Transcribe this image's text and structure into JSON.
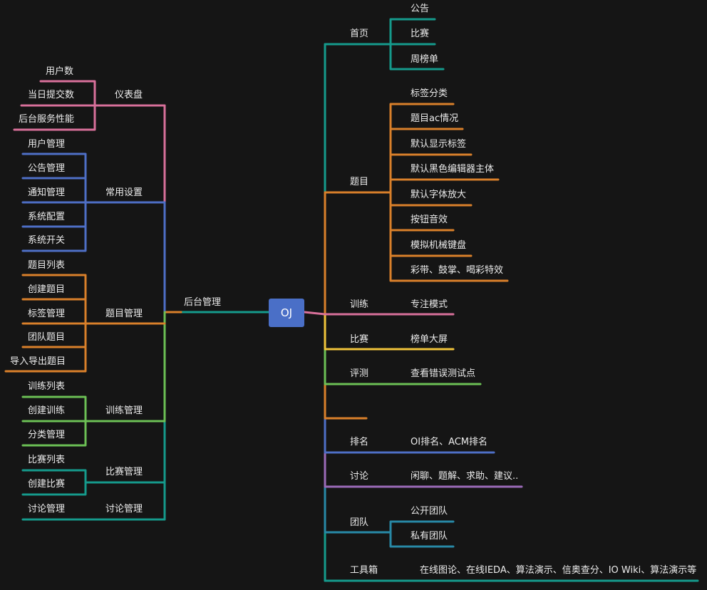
{
  "root": {
    "label": "OJ"
  },
  "colors": {
    "teal": "#159a8c",
    "pink": "#d8709a",
    "blue": "#4e6fc6",
    "orange": "#d9802a",
    "green": "#6cc055",
    "yellow": "#f0c43a",
    "purple": "#9a6ab8",
    "cyan": "#2889a6",
    "root_bg": "#4a6fc7"
  },
  "left": {
    "label": "后台管理",
    "groups": {
      "dashboard": {
        "label": "仪表盘",
        "items": [
          "用户数",
          "当日提交数",
          "后台服务性能"
        ]
      },
      "settings": {
        "label": "常用设置",
        "items": [
          "用户管理",
          "公告管理",
          "通知管理",
          "系统配置",
          "系统开关"
        ]
      },
      "problems": {
        "label": "题目管理",
        "items": [
          "题目列表",
          "创建题目",
          "标签管理",
          "团队题目",
          "导入导出题目"
        ]
      },
      "training": {
        "label": "训练管理",
        "items": [
          "训练列表",
          "创建训练",
          "分类管理"
        ]
      },
      "contest": {
        "label": "比赛管理",
        "items": [
          "比赛列表",
          "创建比赛"
        ]
      },
      "discussion": {
        "label": "讨论管理",
        "items": [
          "讨论管理"
        ]
      }
    }
  },
  "right": {
    "home": {
      "label": "首页",
      "items": [
        "公告",
        "比赛",
        "周榜单"
      ]
    },
    "problem": {
      "label": "题目",
      "items": [
        "标签分类",
        "题目ac情况",
        "默认显示标签",
        "默认黑色编辑器主体",
        "默认字体放大",
        "按钮音效",
        "模拟机械键盘",
        "彩带、鼓掌、喝彩特效"
      ]
    },
    "train": {
      "label": "训练",
      "items": [
        "专注模式"
      ]
    },
    "contest": {
      "label": "比赛",
      "items": [
        "榜单大屏"
      ]
    },
    "judge": {
      "label": "评测",
      "items": [
        "查看错误测试点"
      ]
    },
    "rank": {
      "label": "排名",
      "items": [
        "OI排名、ACM排名"
      ]
    },
    "discuss": {
      "label": "讨论",
      "items": [
        "闲聊、题解、求助、建议.."
      ]
    },
    "team": {
      "label": "团队",
      "items": [
        "公开团队",
        "私有团队"
      ]
    },
    "tools": {
      "label": "工具箱",
      "items": [
        "在线图论、在线IEDA、算法演示、信奥查分、IO Wiki、算法演示等"
      ]
    }
  }
}
